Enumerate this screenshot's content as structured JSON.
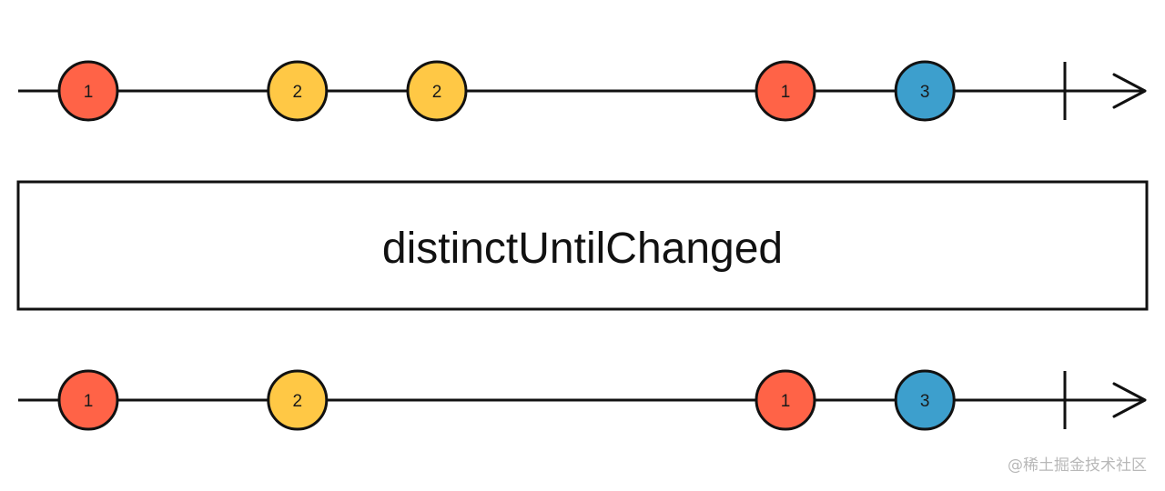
{
  "colors": {
    "line": "#111111",
    "red": "#ff6347",
    "yellow": "#ffc845",
    "blue": "#3d9fcd"
  },
  "operator": {
    "label": "distinctUntilChanged"
  },
  "timelines": [
    {
      "id": "input",
      "completed": true,
      "marbles": [
        {
          "label": "1",
          "color": "red",
          "t": 0
        },
        {
          "label": "2",
          "color": "yellow",
          "t": 3
        },
        {
          "label": "2",
          "color": "yellow",
          "t": 5
        },
        {
          "label": "1",
          "color": "red",
          "t": 10
        },
        {
          "label": "3",
          "color": "blue",
          "t": 12
        }
      ]
    },
    {
      "id": "output",
      "completed": true,
      "marbles": [
        {
          "label": "1",
          "color": "red",
          "t": 0
        },
        {
          "label": "2",
          "color": "yellow",
          "t": 3
        },
        {
          "label": "1",
          "color": "red",
          "t": 10
        },
        {
          "label": "3",
          "color": "blue",
          "t": 12
        }
      ]
    }
  ],
  "watermark": "@稀土掘金技术社区"
}
